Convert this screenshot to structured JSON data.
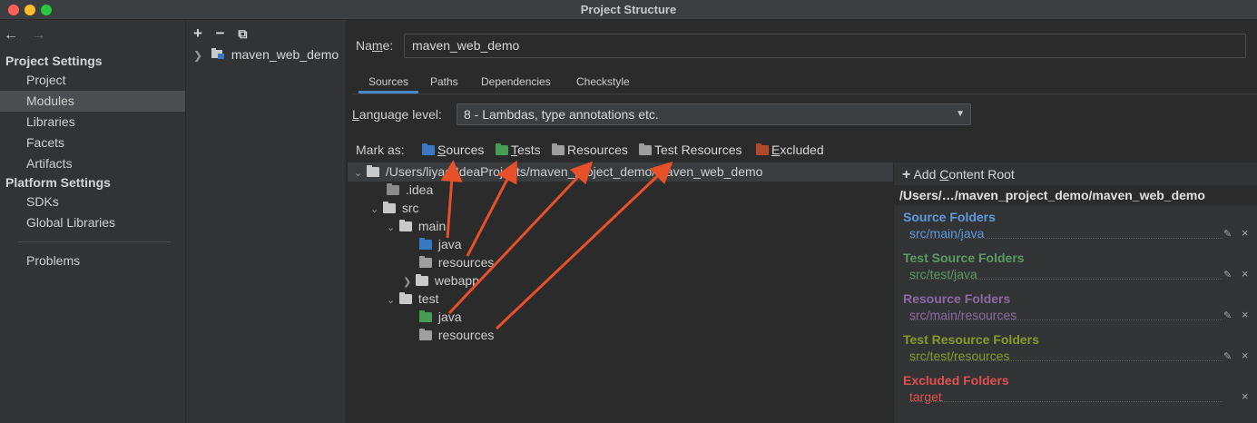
{
  "window": {
    "title": "Project Structure"
  },
  "nav": {
    "back": "←",
    "forward": "→",
    "project_settings_header": "Project Settings",
    "platform_settings_header": "Platform Settings",
    "items_project": [
      "Project",
      "Modules",
      "Libraries",
      "Facets",
      "Artifacts"
    ],
    "items_platform": [
      "SDKs",
      "Global Libraries"
    ],
    "problems": "Problems",
    "selected": "Modules"
  },
  "modules_panel": {
    "toolbar": {
      "add": "+",
      "remove": "−",
      "copy": "⧉"
    },
    "module_name": "maven_web_demo"
  },
  "module": {
    "name_label_prefix": "Na",
    "name_label_mnemonic": "m",
    "name_label_suffix": "e:",
    "name_value": "maven_web_demo",
    "tabs": [
      "Sources",
      "Paths",
      "Dependencies",
      "Checkstyle"
    ],
    "active_tab": "Sources",
    "language_label_mnemonic": "L",
    "language_label_rest": "anguage level:",
    "language_value": "8 - Lambdas, type annotations etc.",
    "mark_as_label": "Mark as:",
    "mark_buttons": [
      {
        "mnemonic": "S",
        "rest": "ources",
        "color": "#3b78c4"
      },
      {
        "mnemonic": "T",
        "rest": "ests",
        "color": "#499c54"
      },
      {
        "mnemonic": "",
        "rest": "Resources",
        "color": "#9e9e9e"
      },
      {
        "mnemonic": "",
        "rest": "Test Resources",
        "color": "#9e9e9e"
      },
      {
        "mnemonic": "E",
        "rest": "xcluded",
        "color": "#b14a2b"
      }
    ]
  },
  "tree": {
    "root": "/Users/liyao/IdeaProjects/maven_project_demo/maven_web_demo",
    "nodes": [
      ".idea",
      "src",
      "main",
      "java",
      "resources",
      "webapp",
      "test",
      "java",
      "resources"
    ]
  },
  "content_root": {
    "add_label_prefix": "Add ",
    "add_label_mnemonic": "C",
    "add_label_suffix": "ontent Root",
    "path": "/Users/…/maven_project_demo/maven_web_demo",
    "groups": [
      {
        "title": "Source Folders",
        "path": "src/main/java",
        "color": "#5e9bdc",
        "path_color": "#5e9bdc"
      },
      {
        "title": "Test Source Folders",
        "path": "src/test/java",
        "color": "#5b9a65",
        "path_color": "#5b9a65"
      },
      {
        "title": "Resource Folders",
        "path": "src/main/resources",
        "color": "#8e6aa3",
        "path_color": "#8e6aa3"
      },
      {
        "title": "Test Resource Folders",
        "path": "src/test/resources",
        "color": "#8a9a2a",
        "path_color": "#8a9a2a"
      },
      {
        "title": "Excluded Folders",
        "path": "target",
        "color": "#e05050",
        "path_color": "#e05050"
      }
    ]
  },
  "annotation_color": "#e8502a"
}
